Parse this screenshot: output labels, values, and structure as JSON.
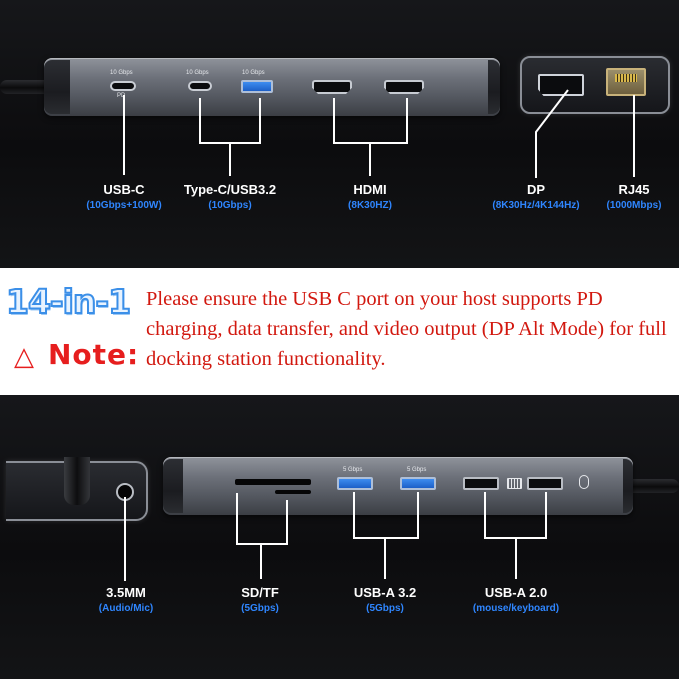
{
  "top_hub": {
    "port_labels": [
      "10 Gbps",
      "10 Gbps",
      "10 Gbps"
    ],
    "pd_mark": "PD"
  },
  "callouts_top": [
    {
      "title": "USB-C",
      "subtitle": "(10Gbps+100W)"
    },
    {
      "title": "Type-C/USB3.2",
      "subtitle": "(10Gbps)"
    },
    {
      "title": "HDMI",
      "subtitle": "(8K30HZ)"
    },
    {
      "title": "DP",
      "subtitle": "(8K30Hz/4K144Hz)"
    },
    {
      "title": "RJ45",
      "subtitle": "(1000Mbps)"
    }
  ],
  "banner": {
    "badge": "14-in-1",
    "note_symbol": "△",
    "note_label": "Note:",
    "note_text": "Please ensure the USB C port on your host supports PD charging, data transfer, and video output (DP Alt Mode) for full docking station functionality."
  },
  "bottom_hub": {
    "port_labels": [
      "5 Gbps",
      "5 Gbps"
    ]
  },
  "callouts_bottom": [
    {
      "title": "3.5MM",
      "subtitle": "(Audio/Mic)"
    },
    {
      "title": "SD/TF",
      "subtitle": "(5Gbps)"
    },
    {
      "title": "USB-A 3.2",
      "subtitle": "(5Gbps)"
    },
    {
      "title": "USB-A 2.0",
      "subtitle": "(mouse/keyboard)"
    }
  ],
  "colors": {
    "accent_blue": "#2f86ff",
    "note_red": "#d2180f",
    "background_dark": "#0d0d0f"
  }
}
